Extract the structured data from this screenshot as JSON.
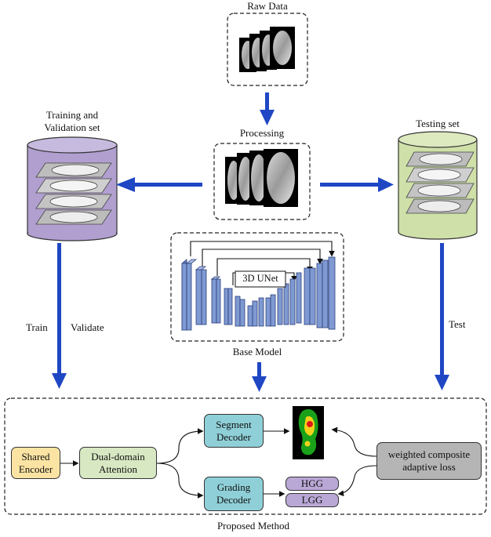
{
  "raw_data": {
    "label": "Raw Data"
  },
  "processing": {
    "label": "Processing"
  },
  "training_set": {
    "line1": "Training and",
    "line2": "Validation set"
  },
  "testing_set": {
    "label": "Testing set"
  },
  "base_model": {
    "label": "Base Model",
    "net_label": "3D UNet"
  },
  "edges": {
    "train": "Train",
    "validate": "Validate",
    "test": "Test"
  },
  "method": {
    "title": "Proposed Method",
    "shared_encoder": {
      "line1": "Shared",
      "line2": "Encoder"
    },
    "attention": {
      "line1": "Dual-domain",
      "line2": "Attention"
    },
    "segment_decoder": {
      "line1": "Segment",
      "line2": "Decoder"
    },
    "grading_decoder": {
      "line1": "Grading",
      "line2": "Decoder"
    },
    "hgg": "HGG",
    "lgg": "LGG",
    "loss": {
      "line1": "weighted composite",
      "line2": "adaptive loss"
    }
  },
  "colors": {
    "arrow_blue": "#1f47c4",
    "training_cylinder": "#b09fcf",
    "testing_cylinder": "#cfe0a8",
    "unet_block": "#7f99d3",
    "encoder_fill": "#fbe4a3",
    "attention_fill": "#d8e8c3",
    "decoder_fill": "#8fd0d8",
    "grade_fill": "#b9a8d6",
    "loss_fill": "#b5b5b5"
  }
}
